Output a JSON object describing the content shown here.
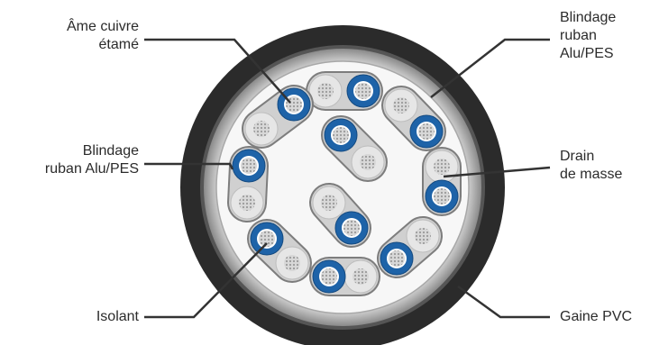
{
  "colors": {
    "jacket": "#2a2a2a",
    "shield_foil": "#c9c9c9",
    "insulation_blue": "#1e63a8",
    "insulation_white": "#e6e6e6",
    "copper_tinned": "#b8b8b8",
    "leader_line": "#333333"
  },
  "labels": {
    "ame_cuivre": "Âme cuivre\nétamé",
    "blindage_paire": "Blindage\nruban Alu/PES",
    "isolant": "Isolant",
    "blindage_global": "Blindage\nruban\nAlu/PES",
    "drain": "Drain\nde masse",
    "gaine": "Gaine PVC"
  }
}
